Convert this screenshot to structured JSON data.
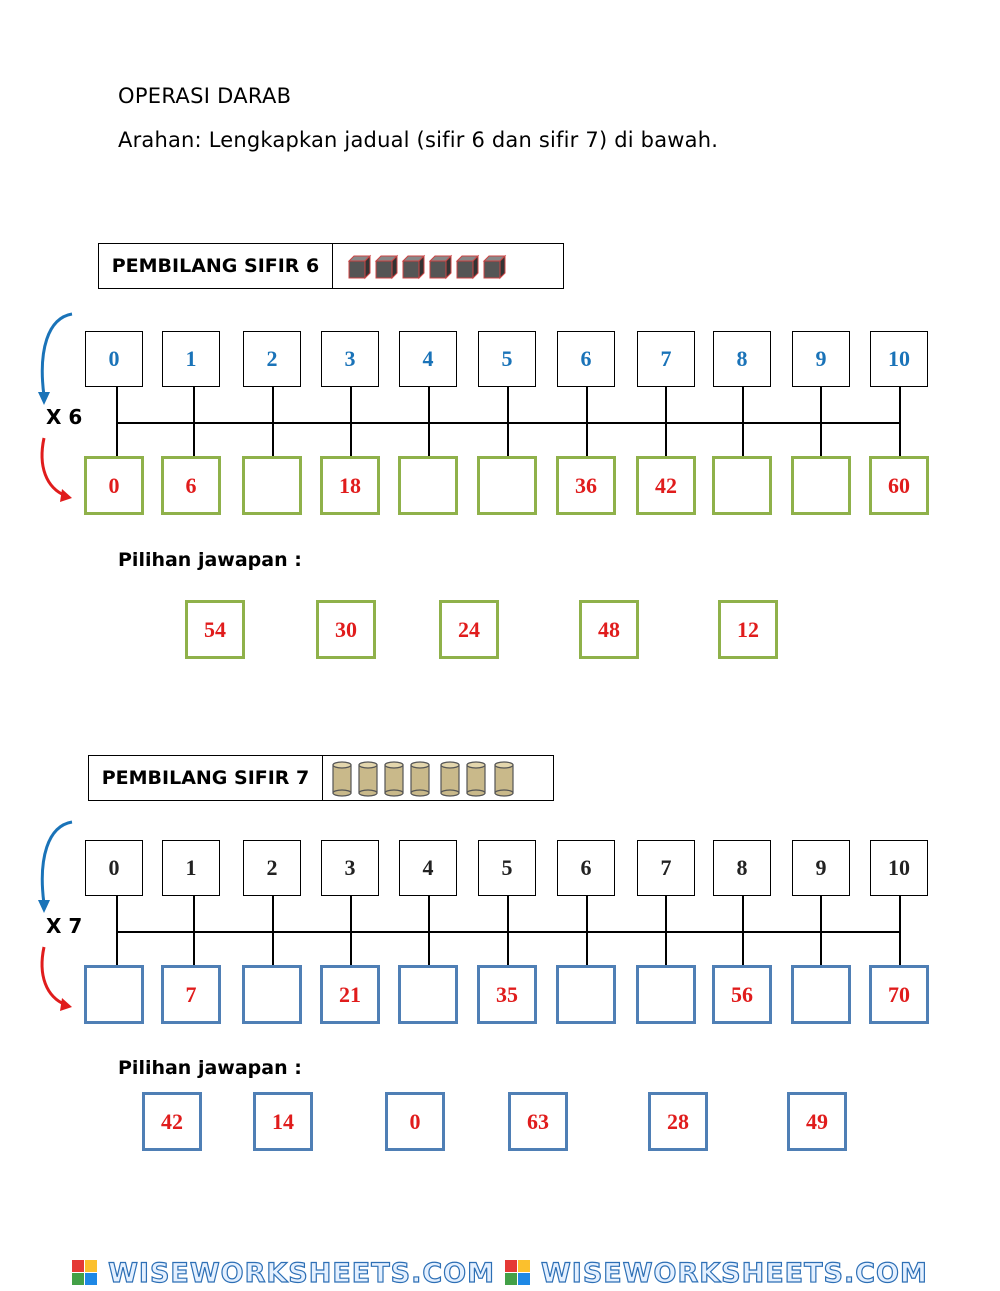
{
  "title": "OPERASI DARAB",
  "instruction": "Arahan: Lengkapkan jadual (sifir 6 dan sifir 7) di bawah.",
  "section6": {
    "header": "PEMBILANG SIFIR 6",
    "multiplier": "X 6",
    "top": [
      "0",
      "1",
      "2",
      "3",
      "4",
      "5",
      "6",
      "7",
      "8",
      "9",
      "10"
    ],
    "bottom": [
      "0",
      "6",
      "",
      "18",
      "",
      "",
      "36",
      "42",
      "",
      "",
      "60"
    ],
    "choices_label": "Pilihan jawapan :",
    "choices": [
      "54",
      "30",
      "24",
      "48",
      "12"
    ]
  },
  "section7": {
    "header": "PEMBILANG SIFIR 7",
    "multiplier": "X 7",
    "top": [
      "0",
      "1",
      "2",
      "3",
      "4",
      "5",
      "6",
      "7",
      "8",
      "9",
      "10"
    ],
    "bottom": [
      "",
      "7",
      "",
      "21",
      "",
      "35",
      "",
      "",
      "56",
      "",
      "70"
    ],
    "choices_label": "Pilihan jawapan :",
    "choices": [
      "42",
      "14",
      "0",
      "63",
      "28",
      "49"
    ]
  },
  "footer": "WISEWORKSHEETS.COM",
  "colors": {
    "top_number_s6": "#1a73b8",
    "answer_red": "#e01c1c",
    "green_border": "#8fb14a",
    "blue_border": "#4f7fb5"
  }
}
